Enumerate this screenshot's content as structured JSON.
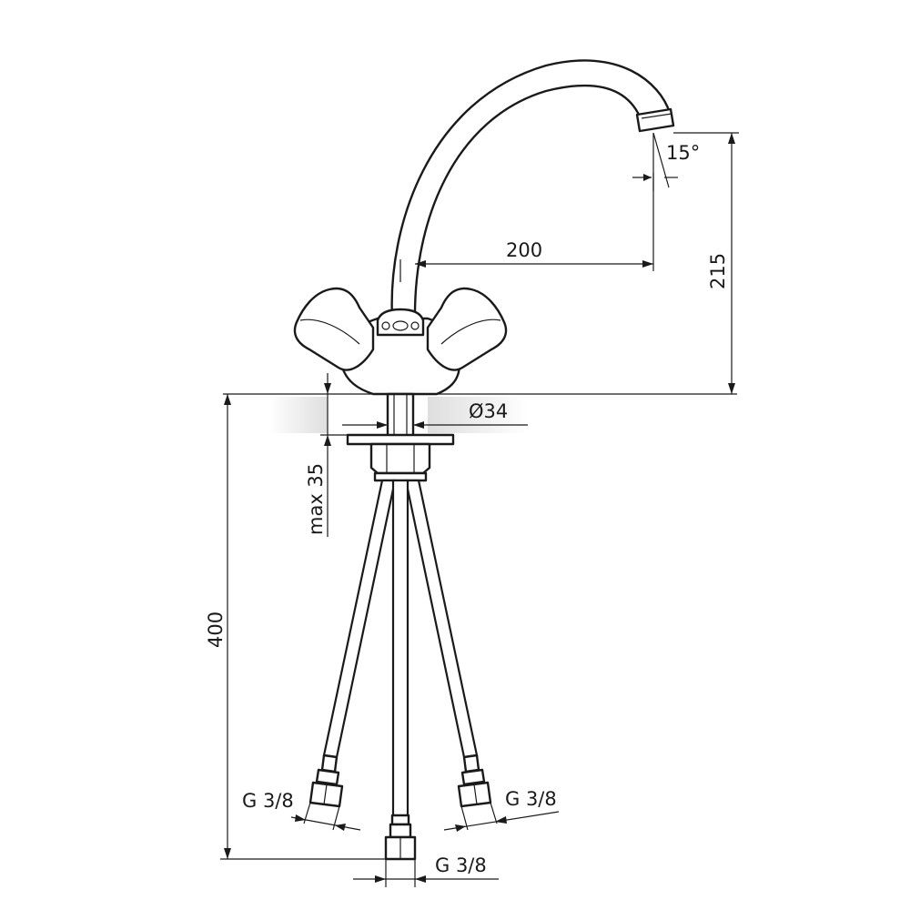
{
  "drawing": {
    "colors": {
      "line": "#1a1a1a",
      "background": "#ffffff",
      "counter_shade": "#e4e4e4"
    },
    "dimensions": {
      "spout_angle": "15°",
      "spout_reach": "200",
      "spout_height": "215",
      "base_diameter": "Ø34",
      "counter_thickness": "max 35",
      "hose_length": "400",
      "thread_left": "G 3/8",
      "thread_right": "G 3/8",
      "thread_center": "G 3/8"
    }
  }
}
